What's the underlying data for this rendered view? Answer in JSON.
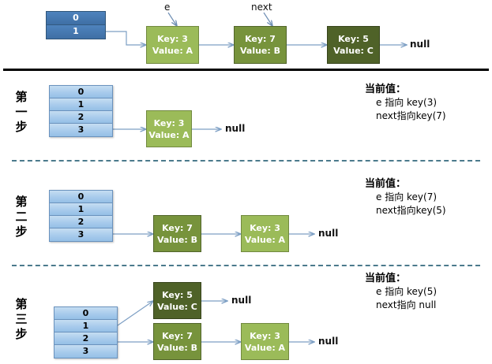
{
  "diagram": {
    "title_text_visible": false,
    "colors": {
      "node_light": "#9bbb59",
      "node_mid": "#77933c",
      "node_dark": "#4f6228",
      "array_dark": "#4e83bd",
      "array_light": "#a8cbec",
      "arrow": "#7d9fc4",
      "separator_solid": "#000000",
      "separator_dashed": "#4b7a8c"
    }
  },
  "top_section": {
    "array": {
      "name": "bucket-array",
      "cells": [
        "0",
        "1"
      ]
    },
    "pointer_labels": [
      {
        "name": "pointer-e",
        "text": "e"
      },
      {
        "name": "pointer-next",
        "text": "next"
      }
    ],
    "nodes": [
      {
        "key": "Key: 3",
        "value": "Value: A",
        "shade": "light"
      },
      {
        "key": "Key: 7",
        "value": "Value: B",
        "shade": "mid"
      },
      {
        "key": "Key: 5",
        "value": "Value: C",
        "shade": "dark"
      }
    ],
    "terminator": "null"
  },
  "steps": [
    {
      "label_chars": [
        "第",
        "一",
        "步"
      ],
      "array_cells": [
        "0",
        "1",
        "2",
        "3"
      ],
      "chains": [
        {
          "from_cell_index": 3,
          "nodes": [
            {
              "key": "Key: 3",
              "value": "Value: A",
              "shade": "light"
            }
          ],
          "terminator": "null"
        }
      ],
      "note": {
        "title": "当前值：",
        "lines": [
          "e 指向 key(3)",
          "next指向key(7)"
        ]
      }
    },
    {
      "label_chars": [
        "第",
        "二",
        "步"
      ],
      "array_cells": [
        "0",
        "1",
        "2",
        "3"
      ],
      "chains": [
        {
          "from_cell_index": 3,
          "nodes": [
            {
              "key": "Key: 7",
              "value": "Value: B",
              "shade": "mid"
            },
            {
              "key": "Key: 3",
              "value": "Value: A",
              "shade": "light"
            }
          ],
          "terminator": "null"
        }
      ],
      "note": {
        "title": "当前值：",
        "lines": [
          "e 指向 key(7)",
          "next指向key(5)"
        ]
      }
    },
    {
      "label_chars": [
        "第",
        "三",
        "步"
      ],
      "array_cells": [
        "0",
        "1",
        "2",
        "3"
      ],
      "chains": [
        {
          "from_cell_index": 1,
          "nodes": [
            {
              "key": "Key: 5",
              "value": "Value: C",
              "shade": "dark"
            }
          ],
          "terminator": "null"
        },
        {
          "from_cell_index": 3,
          "nodes": [
            {
              "key": "Key: 7",
              "value": "Value: B",
              "shade": "mid"
            },
            {
              "key": "Key: 3",
              "value": "Value: A",
              "shade": "light"
            }
          ],
          "terminator": "null"
        }
      ],
      "note": {
        "title": "当前值：",
        "lines": [
          "e 指向 key(5)",
          "next指向 null"
        ]
      }
    }
  ]
}
